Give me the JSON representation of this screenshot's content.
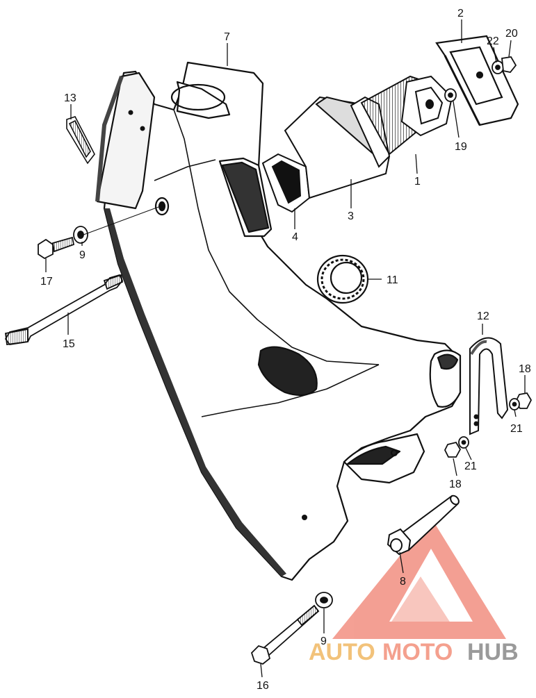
{
  "callouts": [
    "7",
    "2",
    "22",
    "20",
    "13",
    "19",
    "1",
    "3",
    "4",
    "9",
    "17",
    "11",
    "15",
    "12",
    "18",
    "21",
    "21",
    "18",
    "8",
    "9",
    "16"
  ],
  "watermark": {
    "part1": "AUTO",
    "part2": "MOTO",
    "part3": "HUB"
  },
  "colors": {
    "line": "#111111",
    "shade": "#777777",
    "watermark_red": "#f08070",
    "watermark_orange": "#f2c27a",
    "watermark_gray": "#9a9a9a"
  }
}
